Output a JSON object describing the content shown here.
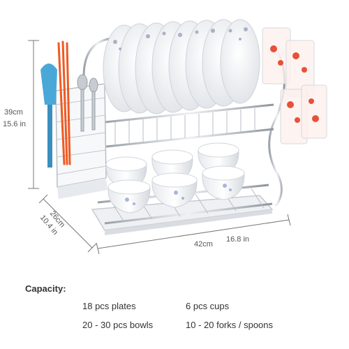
{
  "product": {
    "dimensions": {
      "height_cm": "39cm",
      "height_in": "15.6 in",
      "depth_cm": "26cm",
      "depth_in": "10.4 in",
      "width_cm": "42cm",
      "width_in": "16.8 in"
    },
    "capacity": {
      "title": "Capacity:",
      "items": [
        "18 pcs plates",
        "6 pcs cups",
        "20 - 30 pcs bowls",
        "10 - 20 forks / spoons"
      ]
    }
  },
  "colors": {
    "chrome": "#c8ccd2",
    "chopsticks": "#ef5a24",
    "spatula": "#4aa8d8",
    "dish": "#f7f8fa",
    "glass_accent": "#e8503a"
  }
}
